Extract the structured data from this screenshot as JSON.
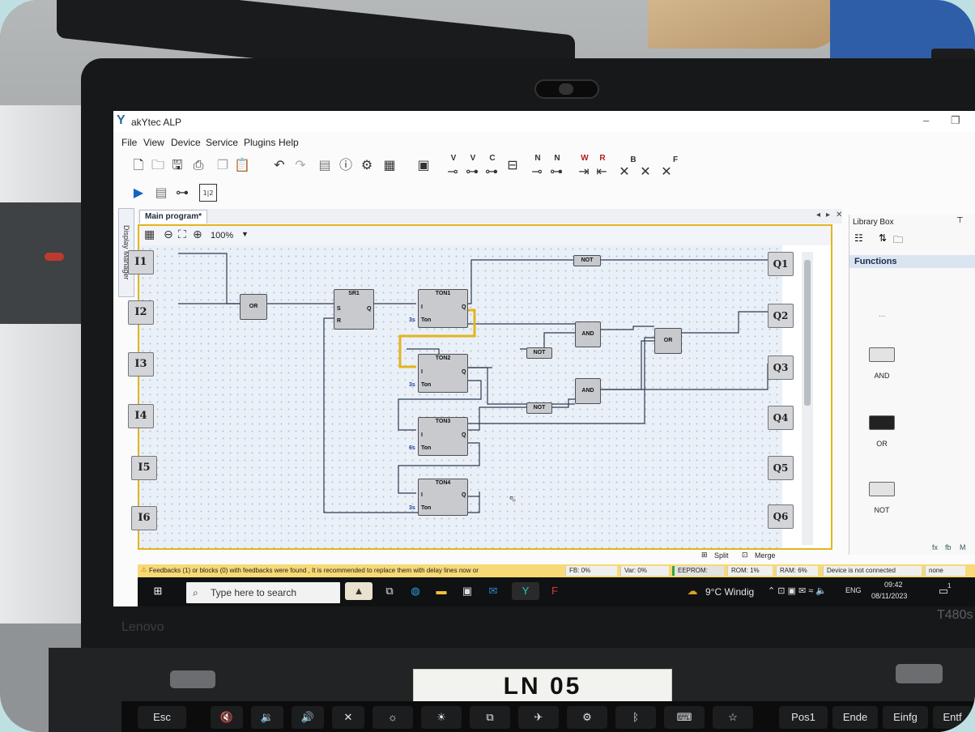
{
  "window": {
    "title": "akYtec ALP"
  },
  "menu": [
    "File",
    "View",
    "Device",
    "Service",
    "Plugins",
    "Help"
  ],
  "toolbar_labels": {
    "v1": "V",
    "v2": "V",
    "c": "C",
    "n1": "N",
    "n2": "N",
    "w": "W",
    "r": "R",
    "b": "B",
    "f": "F",
    "lock": "1|2"
  },
  "tab": {
    "label": "Main program*",
    "side_tab": "Display Manager"
  },
  "zoom": "100%",
  "inputs": [
    "I1",
    "I2",
    "I3",
    "I4",
    "I5",
    "I6"
  ],
  "outputs": [
    "Q1",
    "Q2",
    "Q3",
    "Q4",
    "Q5",
    "Q6"
  ],
  "gates": {
    "or_left": "OR",
    "not_top": "NOT",
    "and1": "AND",
    "or_right": "OR",
    "not_mid": "NOT",
    "and2": "AND",
    "not_low": "NOT"
  },
  "blocks": {
    "sr1": {
      "title": "SR1",
      "s": "S",
      "r": "R",
      "q": "Q"
    },
    "ton1": {
      "title": "TON1",
      "i": "I",
      "q": "Q",
      "time": "3s",
      "ton": "Ton"
    },
    "ton2": {
      "title": "TON2",
      "i": "I",
      "q": "Q",
      "time": "3s",
      "ton": "Ton"
    },
    "ton3": {
      "title": "TON3",
      "i": "I",
      "q": "Q",
      "time": "6s",
      "ton": "Ton"
    },
    "ton4": {
      "title": "TON4",
      "i": "I",
      "q": "Q",
      "time": "3s",
      "ton": "Ton"
    }
  },
  "footer": {
    "split": "Split",
    "merge": "Merge"
  },
  "library": {
    "title": "Library Box",
    "section": "Functions",
    "dots": "...",
    "items": [
      {
        "label": "AND"
      },
      {
        "label": "OR"
      },
      {
        "label": "NOT"
      }
    ],
    "tabs": [
      "fx",
      "fb",
      "M"
    ]
  },
  "status": {
    "warning": "Feedbacks (1) or blocks (0) with feedbacks were found , It is recommended to replace them with delay lines now or",
    "fb": "FB: 0%",
    "var": "Var: 0%",
    "eeprom": "EEPROM: 13%",
    "rom": "ROM: 1%",
    "ram": "RAM: 6%",
    "device": "Device is not connected",
    "none": "none"
  },
  "taskbar": {
    "search": "Type here to search",
    "weather": "9°C Windig",
    "lang": "ENG",
    "time": "09:42",
    "date": "08/11/2023",
    "notif_badge": "1"
  },
  "laptop": {
    "label": "LN 05",
    "model": "T480s",
    "brand": "Lenovo"
  },
  "keys": [
    "Esc",
    "Pos1",
    "Ende",
    "Einfg",
    "Entf"
  ],
  "colors": {
    "selected_wire": "#e3b51d",
    "timer_text": "#1b3fa1",
    "status_bar": "#f7d976"
  }
}
